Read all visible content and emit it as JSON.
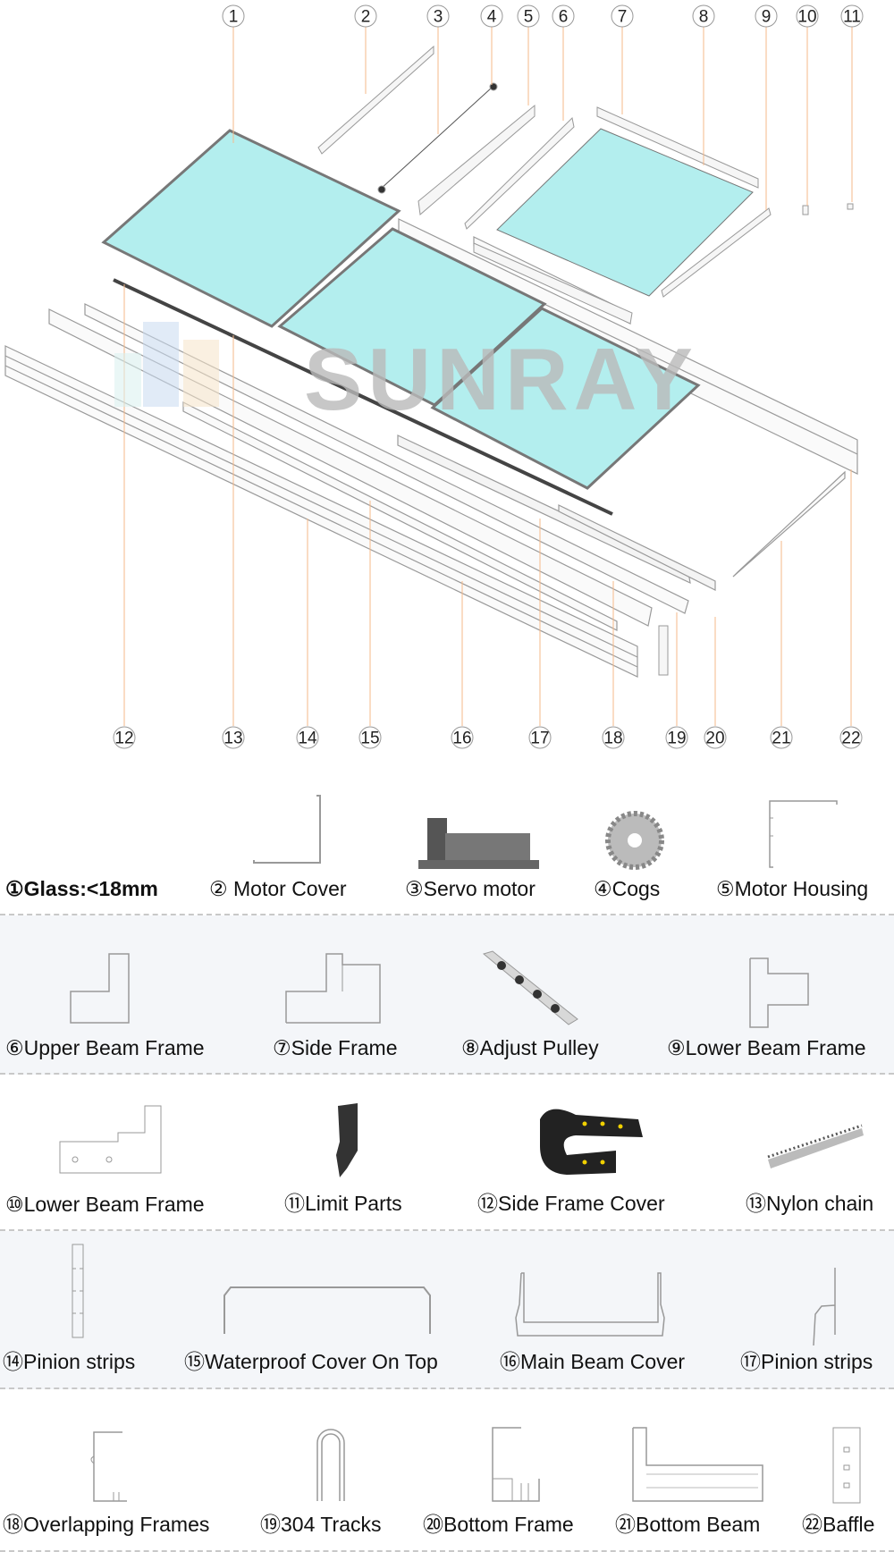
{
  "diagram": {
    "watermark": "SUNRAY",
    "callouts_top": [
      "1",
      "2",
      "3",
      "4",
      "5",
      "6",
      "7",
      "8",
      "9",
      "10",
      "11"
    ],
    "callouts_bottom": [
      "12",
      "13",
      "14",
      "15",
      "16",
      "17",
      "18",
      "19",
      "20",
      "21",
      "22"
    ]
  },
  "parts": [
    {
      "label": "①Glass:<18mm",
      "icon": "glass-icon"
    },
    {
      "label": "② Motor Cover",
      "icon": "motor-cover-profile-icon"
    },
    {
      "label": "③Servo motor",
      "icon": "servo-motor-icon"
    },
    {
      "label": "④Cogs",
      "icon": "cog-icon"
    },
    {
      "label": "⑤Motor Housing",
      "icon": "motor-housing-profile-icon"
    },
    {
      "label": "⑥Upper Beam Frame",
      "icon": "upper-beam-frame-profile-icon"
    },
    {
      "label": "⑦Side Frame",
      "icon": "side-frame-profile-icon"
    },
    {
      "label": "⑧Adjust Pulley",
      "icon": "pulley-icon"
    },
    {
      "label": "⑨Lower Beam Frame",
      "icon": "lower-beam-frame-profile-icon"
    },
    {
      "label": "⑩Lower Beam Frame",
      "icon": "lower-beam-bracket-icon"
    },
    {
      "label": "⑪Limit Parts",
      "icon": "limit-part-icon"
    },
    {
      "label": "⑫Side Frame Cover",
      "icon": "cable-chain-icon"
    },
    {
      "label": "⑬Nylon chain",
      "icon": "nylon-rack-icon"
    },
    {
      "label": "⑭Pinion strips",
      "icon": "pinion-strip-profile-icon"
    },
    {
      "label": "⑮Waterproof Cover On Top",
      "icon": "waterproof-cover-profile-icon"
    },
    {
      "label": "⑯Main Beam Cover",
      "icon": "main-beam-cover-profile-icon"
    },
    {
      "label": "⑰Pinion strips",
      "icon": "pinion-strip-profile-icon"
    },
    {
      "label": "⑱Overlapping Frames",
      "icon": "overlapping-frame-profile-icon"
    },
    {
      "label": "⑲304 Tracks",
      "icon": "track-profile-icon"
    },
    {
      "label": "⑳Bottom Frame",
      "icon": "bottom-frame-profile-icon"
    },
    {
      "label": "㉑Bottom Beam",
      "icon": "bottom-beam-profile-icon"
    },
    {
      "label": "㉒Baffle",
      "icon": "baffle-icon"
    }
  ],
  "colors": {
    "glass": "#b3eeee",
    "leader": "#f5b98a",
    "row_alt": "#f4f6f9"
  }
}
